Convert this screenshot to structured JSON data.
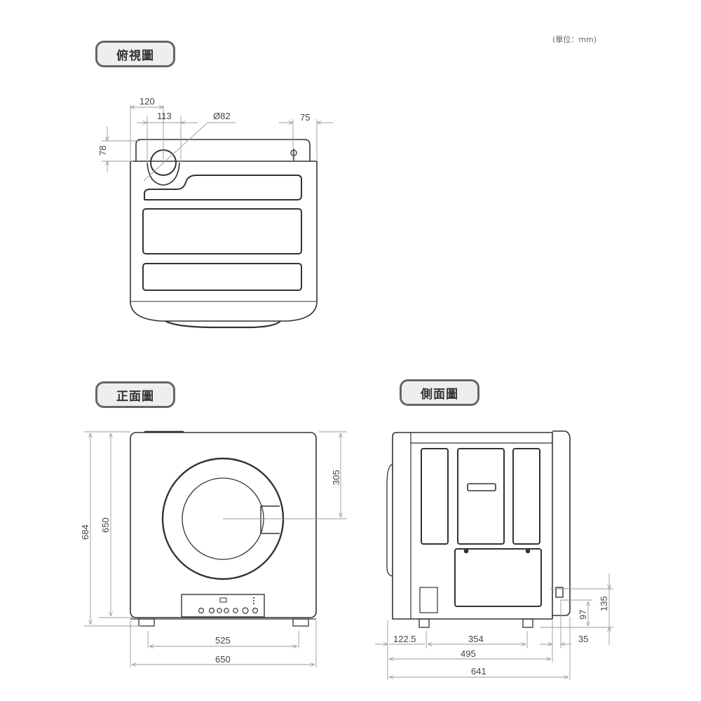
{
  "unit_note": "(單位：mm)",
  "views": {
    "top": {
      "label": "俯視圖"
    },
    "front": {
      "label": "正面圖"
    },
    "side": {
      "label": "側面圖"
    }
  },
  "dimensions": {
    "top": {
      "d120": "120",
      "d113": "113",
      "phi82": "Ø82",
      "d75": "75",
      "d78": "78"
    },
    "front": {
      "h684": "684",
      "h650": "650",
      "h305": "305",
      "w525": "525",
      "w650": "650"
    },
    "side": {
      "d122_5": "122.5",
      "d354": "354",
      "d495": "495",
      "d641": "641",
      "d35": "35",
      "h97": "97",
      "h135": "135"
    }
  },
  "colors": {
    "line": "#333333",
    "dim_line": "#999999",
    "label_border": "#666666",
    "label_bg": "#eeeeee"
  }
}
